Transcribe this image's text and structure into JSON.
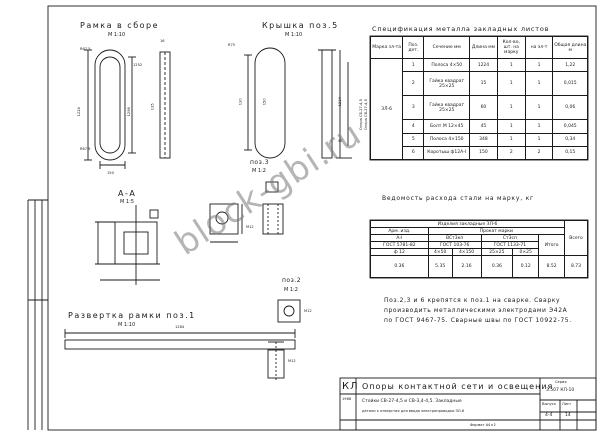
{
  "drawing": {
    "frame_view": {
      "title": "Рамка в сборе",
      "scale": "М 1:10"
    },
    "cover": {
      "title": "Крышка поз.5",
      "scale": "М 1:10"
    },
    "section": {
      "title": "А-А",
      "scale": "М 1:5"
    },
    "unfold": {
      "title": "Развертка рамки поз.1",
      "scale": "М 1:10"
    },
    "pos3": {
      "title": "поз.3",
      "scale": "М 1:2"
    },
    "pos2": {
      "title": "поз.2",
      "scale": "М 1:2"
    },
    "dims": {
      "r675a": "R67.5",
      "r675b": "R67.5",
      "d1224": "1224",
      "d1298": "1298",
      "d1252": "1252",
      "d150": "150",
      "d135": "135",
      "d16": "16",
      "r75": "R75",
      "d130": "130",
      "d150b": "150",
      "d1214": "1214",
      "d45": "45",
      "d1284": "1284",
      "m12": "M12",
      "m12b": "M12",
      "m12c": "M12"
    }
  },
  "specification": {
    "title": "Спецификация металла закладных листов",
    "headers": [
      "Марка зл-та",
      "Поз. дет.",
      "Сечение мм",
      "Длина мм",
      "Кол-во, шт. на марку",
      "на эл-т",
      "Общая длина м"
    ],
    "mark": "ЗЛ-6",
    "rows": [
      [
        "1",
        "Полоса 4×50",
        "1224",
        "1",
        "1",
        "1,22"
      ],
      [
        "2",
        "Гайка квадрат 25×25",
        "15",
        "1",
        "1",
        "0,015"
      ],
      [
        "3",
        "Гайка квадрат 25×25",
        "60",
        "1",
        "1",
        "0,06"
      ],
      [
        "4",
        "Болт М 12×45",
        "45",
        "1",
        "1",
        "0,045"
      ],
      [
        "5",
        "Полоса 4×150",
        "348",
        "1",
        "1",
        "0,34"
      ],
      [
        "6",
        "Коротыш ф12А-I",
        "150",
        "2",
        "2",
        "0,15"
      ]
    ],
    "side_label_1": "Опора СБ-27-4,5",
    "side_label_2": "Опора СВ-27-4,5"
  },
  "consumption": {
    "title": "Ведомость расхода стали на марку, кг",
    "element_label": "Изделия закладные ЗЛ-6",
    "col_headers": [
      "Арм. изд.",
      "Прокат марки",
      "Всего"
    ],
    "sub_headers": [
      "А-I",
      "ВСт3кп",
      "Ст3сп",
      "Итого"
    ],
    "gost_headers": [
      "ГОСТ 5781-82",
      "ГОСТ 103-76",
      "ГОСТ 1133-71"
    ],
    "size_headers": [
      "ф 12",
      "4×50",
      "4×150",
      "25×25",
      "0×25"
    ],
    "values": [
      "0.36",
      "5.35",
      "2.16",
      "0.36",
      "0.12",
      "8.52",
      "8.73"
    ]
  },
  "notes": "Поз.2,3 и 6 крепятся к поз.1 на сварке. Сварку производить металлическими электродами Э42А по ГОСТ 9467-75. Сварные швы по ГОСТ 10922-75.",
  "stamp": {
    "company": "КЛ",
    "year": "1968",
    "main": "Опоры контактной сети и освещения",
    "sub1": "Стойки СВ-27-4,5 и СВ-3,4-4,5. Закладные",
    "sub2": "детали к отверстия для ввода электропроводки ЗЛ-6",
    "series_label": "Серия",
    "series": "3.507 КЛ-10",
    "issue_label": "Выпуск",
    "issue": "4-4",
    "sheet_label": "Лист",
    "sheet": "14",
    "format": "Формат А4×2"
  },
  "watermark": "block-gbi.ru"
}
